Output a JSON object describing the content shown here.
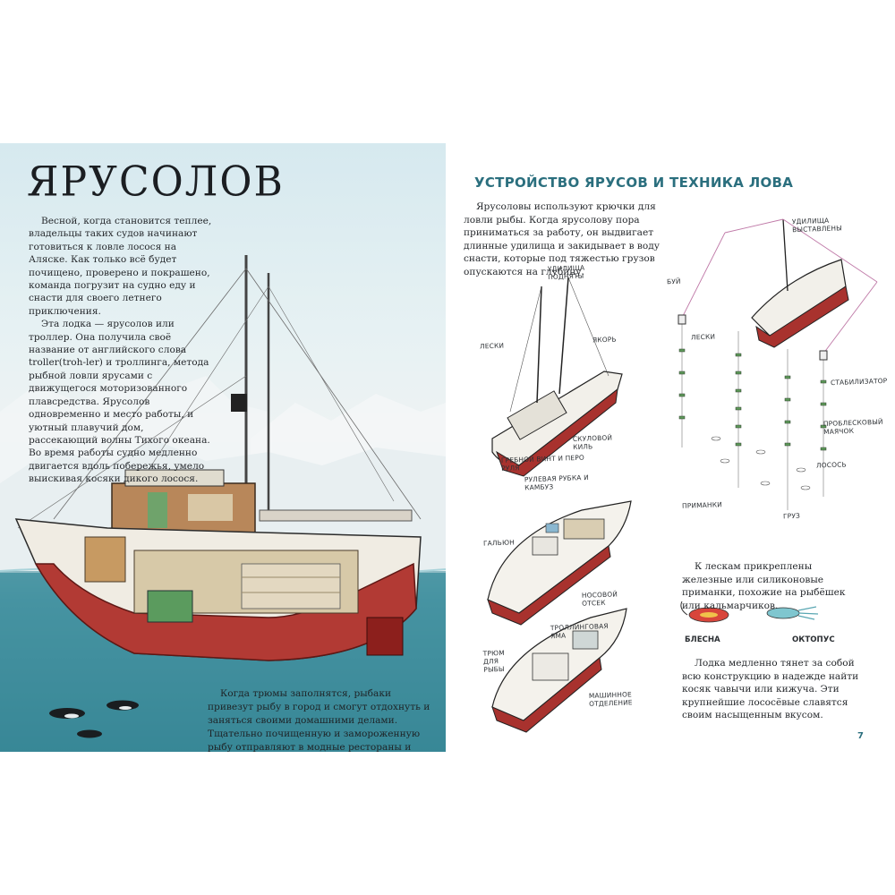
{
  "left_page": {
    "title": "ЯРУСОЛОВ",
    "intro_paragraphs": [
      "Весной, когда становится теплее, владельцы таких судов начинают готовиться к ловле лосося на Аляске. Как только всё будет почищено, проверено и покрашено, команда погрузит на судно еду и снасти для своего летнего приключения.",
      "Эта лодка — ярусолов или троллер. Она получила своё название от английского слова troller(troh-ler) и троллинга, метода рыбной ловли ярусами с движущегося моторизованного плавсредства. Ярусолов одновременно и место работы, и уютный плавучий дом, рассекающий волны Тихого океана. Во время работы судно медленно двигается вдоль побережья, умело выискивая косяки дикого лосося."
    ],
    "caption": "Когда трюмы заполнятся, рыбаки привезут рыбу в город и смогут отдохнуть и заняться своими домашними делами. Тщательно почищенную и замороженную рыбу отправляют в модные рестораны и продуктовые магазины."
  },
  "right_page": {
    "section_title": "УСТРОЙСТВО ЯРУСОВ И ТЕХНИКА ЛОВА",
    "intro": "Ярусоловы используют крючки для ловли рыбы. Когда ярусолову пора приниматься за работу, он выдвигает длинные удилища и закидывает в воду снасти, которые под тяжестью грузов опускаются на глубину.",
    "labels": {
      "rods_raised": "УДИЛИЩА ПОДНЯТЫ",
      "lines": "ЛЕСКИ",
      "anchor": "ЯКОРЬ",
      "bilge_keel": "СКУЛОВОЙ КИЛЬ",
      "propeller_rudder": "ГРЕБНОЙ ВИНТ И ПЕРО РУЛЯ",
      "wheelhouse_galley": "РУЛЕВАЯ РУБКА И КАМБУЗ",
      "head": "ГАЛЬЮН",
      "bow_compartment": "НОСОВОЙ ОТСЕК",
      "trolling_pit": "ТРОЛЛИНГОВАЯ ЯМА",
      "fish_hold": "ТРЮМ ДЛЯ РЫБЫ",
      "engine_room": "МАШИННОЕ ОТДЕЛЕНИЕ",
      "rods_extended": "УДИЛИЩА ВЫСТАВЛЕНЫ",
      "buoy": "БУЙ",
      "lines_right": "ЛЕСКИ",
      "stabilizer": "СТАБИЛИЗАТОР",
      "flasher": "ПРОБЛЕСКОВЫЙ МАЯЧОК",
      "salmon": "ЛОСОСЬ",
      "lures": "ПРИМАНКИ",
      "weight": "ГРУЗ"
    },
    "lures_text": "К лескам прикреплены железные или силиконовые приманки, похожие на рыбёшек или кальмарчиков.",
    "lure_spoon": "БЛЕСНА",
    "lure_octopus": "ОКТОПУС",
    "slow_text": "Лодка медленно тянет за собой всю конструкцию в надежде найти косяк чавычи или кижуча. Эти крупнейшие лососёвые славятся своим насыщенным вкусом.",
    "page_number": "7"
  },
  "colors": {
    "accent_teal": "#2b6f7e",
    "hull_red": "#b23a34",
    "sea": "#3e8d9b",
    "line_pink": "#c07aa8"
  }
}
